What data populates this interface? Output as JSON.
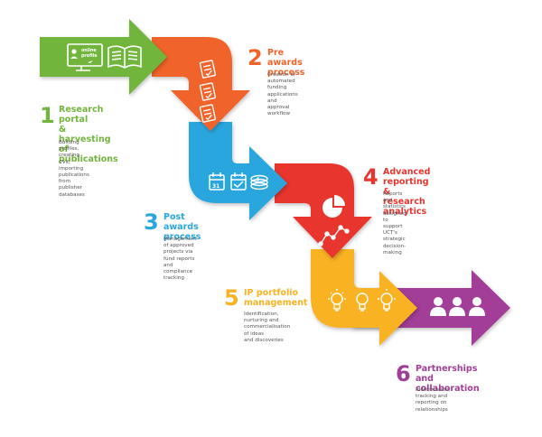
{
  "steps": [
    {
      "number": "1",
      "title": "Research portal\n& harvesting of\npublications",
      "description": "Building profiles,\ncreating CVs, importing\npublications from\npublisher databases",
      "color": "#72b53c"
    },
    {
      "number": "2",
      "title": "Pre awards\nprocess",
      "description": "Creation of automated\nfunding applications and\napproval workflow",
      "color": "#f0642b"
    },
    {
      "number": "3",
      "title": "Post awards\nprocess",
      "description": "Management of approved\nprojects via fund reports\nand compliance tracking",
      "color": "#29a6df"
    },
    {
      "number": "4",
      "title": "Advanced reporting\n& research analytics",
      "description": "Reports and statistics\ndesigned to support UCT's\nstrategic decision-making",
      "color": "#e8352f"
    },
    {
      "number": "5",
      "title": "IP portfolio\nmanagement",
      "description": "Identification, nurturing and\ncommercialisation of ideas\nand discoveries",
      "color": "#f9b222"
    },
    {
      "number": "6",
      "title": "Partnerships and\ncollaboration",
      "description": "Identification, tracking and\nreporting on relationships",
      "color": "#a23d98"
    }
  ],
  "icon_labels": {
    "online_profile": "online\nprofile",
    "calendar_day": "31"
  },
  "icons": [
    "monitor-profile-icon",
    "open-book-icon",
    "document-check-icon",
    "calendar-icon",
    "calendar-check-icon",
    "money-coins-icon",
    "pie-chart-icon",
    "line-graph-icon",
    "lightbulb-icon",
    "people-icon"
  ]
}
